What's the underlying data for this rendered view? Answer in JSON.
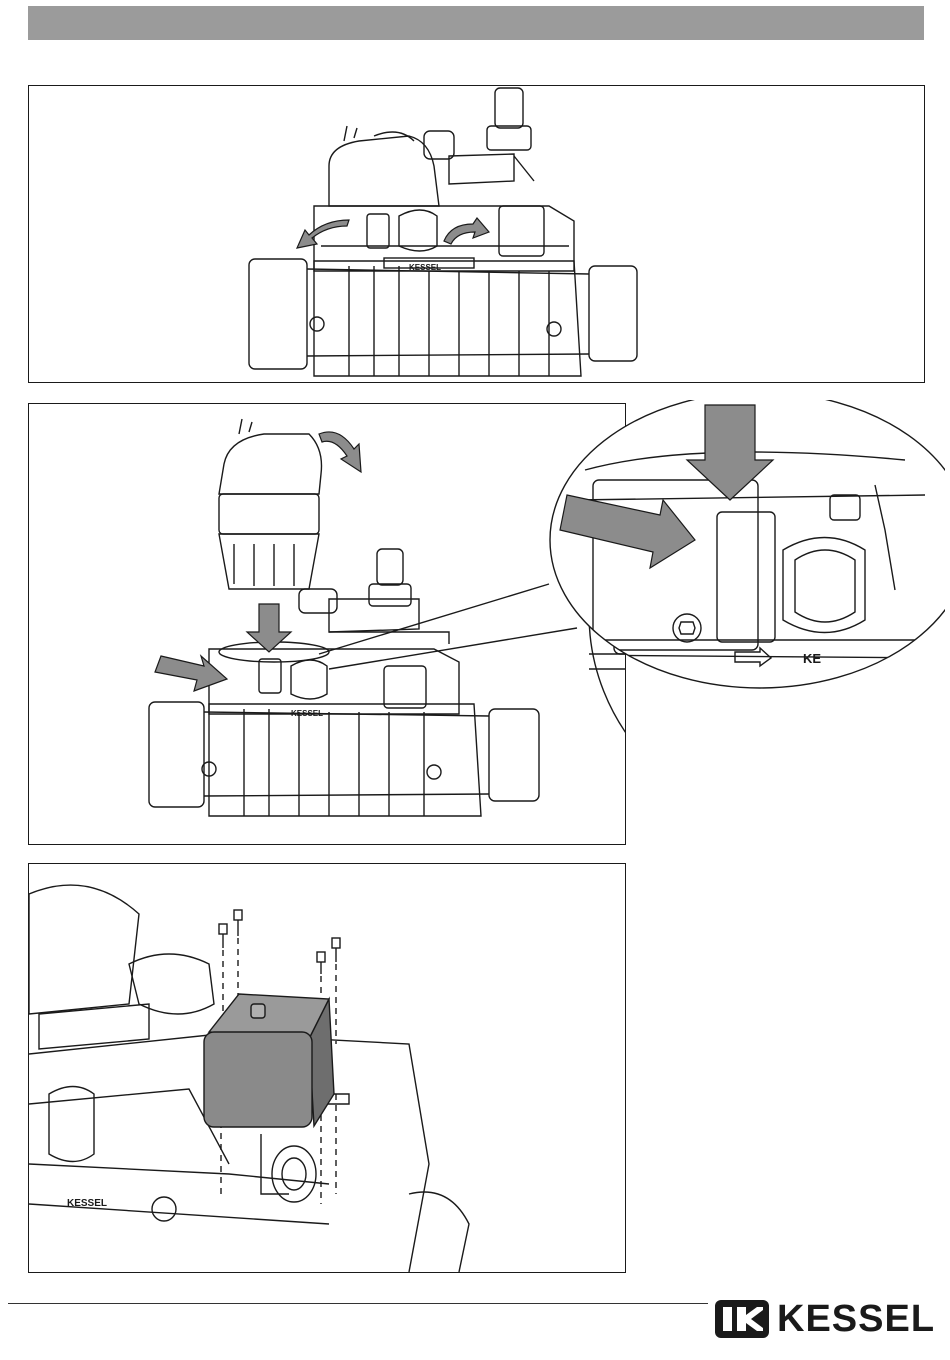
{
  "page": {
    "brand": "KESSEL",
    "header_bar_color": "#9b9b9b"
  },
  "figures": [
    {
      "name": "figure-1",
      "embossed_labels": [
        "KESSEL"
      ],
      "arrows": [
        "rotate-left",
        "rotate-right"
      ]
    },
    {
      "name": "figure-2",
      "embossed_labels": [
        "KESSEL",
        "KE"
      ],
      "arrows": [
        "insert-down",
        "push-in",
        "rotate"
      ],
      "has_detail_zoom": true
    },
    {
      "name": "figure-3",
      "embossed_labels": [
        "KESSEL"
      ],
      "arrows": [
        "screw-down"
      ]
    }
  ],
  "colors": {
    "line": "#1a1a1a",
    "arrow_fill": "#8c8c8c",
    "box_fill": "#7a7a7a"
  }
}
